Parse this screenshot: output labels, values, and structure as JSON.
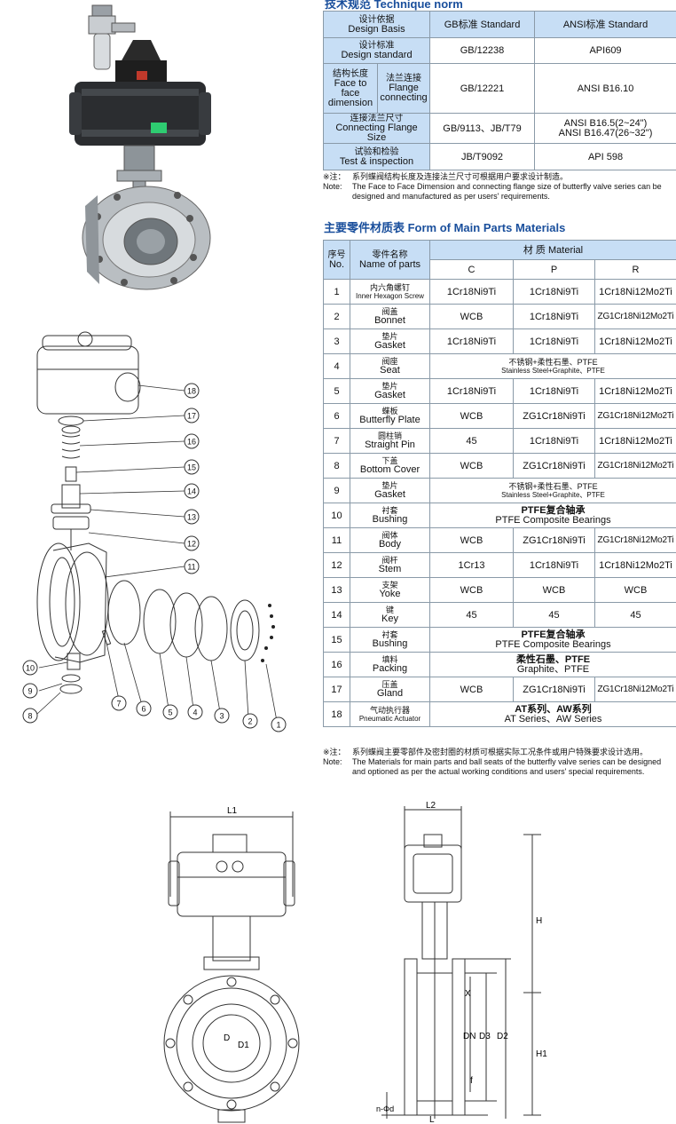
{
  "technique": {
    "title": "技术规范  Technique norm",
    "col_gb": "GB标准 Standard",
    "col_ansi": "ANSI标准 Standard",
    "rows": [
      {
        "label_cn": "设计依据",
        "label_en": "Design Basis"
      },
      {
        "label_cn": "设计标准",
        "label_en": "Design standard",
        "gb": "GB/12238",
        "ansi": "API609"
      },
      {
        "label_cn": "结构长度",
        "label_en": "Face to face dimension",
        "sub_cn": "法兰连接",
        "sub_en": "Flange connecting",
        "gb": "GB/12221",
        "ansi": "ANSI B16.10"
      },
      {
        "label_cn": "连接法兰尺寸",
        "label_en": "Connecting Flange Size",
        "gb": "GB/9113、JB/T79",
        "ansi": "ANSI B16.5(2~24\")",
        "ansi2": "ANSI B16.47(26~32\")"
      },
      {
        "label_cn": "试验和检验",
        "label_en": "Test & inspection",
        "gb": "JB/T9092",
        "ansi": "API 598"
      }
    ],
    "note_key": "※注：",
    "note_cn": "系列蝶阀结构长度及连接法兰尺寸可根据用户要求设计制造。",
    "note_key_en": "Note:",
    "note_en": "The Face to Face Dimension  and connecting flange size of butterfly valve series can be designed and manufactured as per users' requirements."
  },
  "materials": {
    "title": "主要零件材质表  Form of Main Parts Materials",
    "hdr_no_cn": "序号",
    "hdr_no_en": "No.",
    "hdr_name_cn": "零件名称",
    "hdr_name_en": "Name of parts",
    "hdr_material": "材 质 Material",
    "cols": [
      "C",
      "P",
      "R"
    ],
    "rows": [
      {
        "no": "1",
        "cn": "内六角螺钉",
        "en": "Inner Hexagon Screw",
        "small": true,
        "c": "1Cr18Ni9Ti",
        "p": "1Cr18Ni9Ti",
        "r": "1Cr18Ni12Mo2Ti"
      },
      {
        "no": "2",
        "cn": "阀盖",
        "en": "Bonnet",
        "c": "WCB",
        "p": "1Cr18Ni9Ti",
        "r": "ZG1Cr18Ni12Mo2Ti"
      },
      {
        "no": "3",
        "cn": "垫片",
        "en": "Gasket",
        "c": "1Cr18Ni9Ti",
        "p": "1Cr18Ni9Ti",
        "r": "1Cr18Ni12Mo2Ti"
      },
      {
        "no": "4",
        "cn": "阀座",
        "en": "Seat",
        "span_cn": "不锈钢+柔性石墨、PTFE",
        "span_en": "Stainless Steel+Graphite、PTFE",
        "span_small": true
      },
      {
        "no": "5",
        "cn": "垫片",
        "en": "Gasket",
        "c": "1Cr18Ni9Ti",
        "p": "1Cr18Ni9Ti",
        "r": "1Cr18Ni12Mo2Ti"
      },
      {
        "no": "6",
        "cn": "蝶板",
        "en": "Butterfly Plate",
        "c": "WCB",
        "p": "ZG1Cr18Ni9Ti",
        "r": "ZG1Cr18Ni12Mo2Ti"
      },
      {
        "no": "7",
        "cn": "圆柱销",
        "en": "Straight Pin",
        "c": "45",
        "p": "1Cr18Ni9Ti",
        "r": "1Cr18Ni12Mo2Ti"
      },
      {
        "no": "8",
        "cn": "下盖",
        "en": "Bottom Cover",
        "c": "WCB",
        "p": "ZG1Cr18Ni9Ti",
        "r": "ZG1Cr18Ni12Mo2Ti"
      },
      {
        "no": "9",
        "cn": "垫片",
        "en": "Gasket",
        "span_cn": "不锈钢+柔性石墨、PTFE",
        "span_en": "Stainless Steel+Graphite、PTFE",
        "span_small": true
      },
      {
        "no": "10",
        "cn": "衬套",
        "en": "Bushing",
        "span_cn": "PTFE复合轴承",
        "span_en": "PTFE Composite Bearings"
      },
      {
        "no": "11",
        "cn": "阀体",
        "en": "Body",
        "c": "WCB",
        "p": "ZG1Cr18Ni9Ti",
        "r": "ZG1Cr18Ni12Mo2Ti"
      },
      {
        "no": "12",
        "cn": "阀杆",
        "en": "Stem",
        "c": "1Cr13",
        "p": "1Cr18Ni9Ti",
        "r": "1Cr18Ni12Mo2Ti"
      },
      {
        "no": "13",
        "cn": "支架",
        "en": "Yoke",
        "c": "WCB",
        "p": "WCB",
        "r": "WCB"
      },
      {
        "no": "14",
        "cn": "键",
        "en": "Key",
        "c": "45",
        "p": "45",
        "r": "45"
      },
      {
        "no": "15",
        "cn": "衬套",
        "en": "Bushing",
        "span_cn": "PTFE复合轴承",
        "span_en": "PTFE Composite Bearings"
      },
      {
        "no": "16",
        "cn": "填料",
        "en": "Packing",
        "span_cn": "柔性石墨、PTFE",
        "span_en": "Graphite、PTFE"
      },
      {
        "no": "17",
        "cn": "压盖",
        "en": "Gland",
        "c": "WCB",
        "p": "ZG1Cr18Ni9Ti",
        "r": "ZG1Cr18Ni12Mo2Ti"
      },
      {
        "no": "18",
        "cn": "气动执行器",
        "en": "Pneumatic Actuator",
        "small": true,
        "span_cn": "AT系列、AW系列",
        "span_en": "AT Series、AW Series"
      }
    ],
    "note_key": "※注：",
    "note_cn": "系列蝶阀主要零部件及密封圈的材质可根据实际工况条件或用户特殊要求设计选用。",
    "note_key_en": "Note:",
    "note_en": "The Materials for main parts and ball seats of the butterfly valve series can be designed and optioned as per the actual working conditions and users' special requirements."
  },
  "exploded": {
    "callouts": [
      "18",
      "17",
      "16",
      "15",
      "14",
      "13",
      "12",
      "11",
      "10",
      "9",
      "8",
      "7",
      "6",
      "5",
      "4",
      "3",
      "2",
      "1"
    ]
  },
  "dimensions": {
    "front": [
      "L1",
      "D",
      "D1"
    ],
    "side": [
      "L2",
      "H",
      "DN",
      "D3",
      "D2",
      "X",
      "H1",
      "f",
      "n-Φd",
      "L"
    ]
  }
}
